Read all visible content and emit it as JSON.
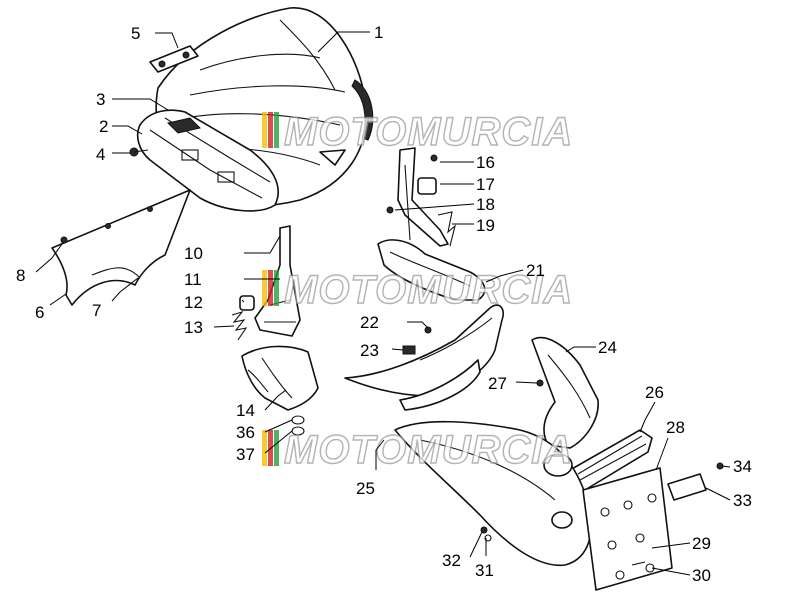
{
  "diagram": {
    "callouts": [
      "1",
      "2",
      "3",
      "4",
      "5",
      "6",
      "7",
      "8",
      "10",
      "11",
      "12",
      "13",
      "14",
      "16",
      "17",
      "18",
      "19",
      "21",
      "22",
      "23",
      "24",
      "25",
      "26",
      "27",
      "28",
      "29",
      "30",
      "31",
      "32",
      "33",
      "34",
      "36",
      "37"
    ]
  },
  "watermark": {
    "text": "MOTOMURCIA",
    "stripe_colors": [
      "#f0c000",
      "#d42020",
      "#20a040"
    ]
  }
}
